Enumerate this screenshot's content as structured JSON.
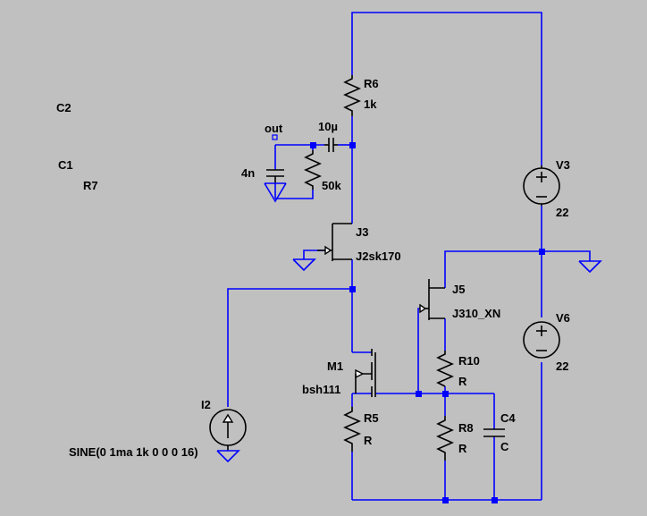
{
  "schematic": {
    "background": "#c0c0c0",
    "wire_color": "#0000ff",
    "component_color": "#000000",
    "orphan_labels": {
      "c2": "C2",
      "c1": "C1",
      "r7": "R7"
    },
    "components": {
      "r6": {
        "name": "R6",
        "value": "1k"
      },
      "c_coupling": {
        "value": "10µ"
      },
      "out_label": "out",
      "c_filter": {
        "value": "4n"
      },
      "r_load": {
        "value": "50k"
      },
      "j3": {
        "name": "J3",
        "value": "J2sk170"
      },
      "v3": {
        "name": "V3",
        "value": "22"
      },
      "j5": {
        "name": "J5",
        "value": "J310_XN"
      },
      "v6": {
        "name": "V6",
        "value": "22"
      },
      "m1": {
        "name": "M1",
        "value": "bsh111"
      },
      "r10": {
        "name": "R10",
        "value": "R"
      },
      "c4": {
        "name": "C4",
        "value": "C"
      },
      "r8": {
        "name": "R8",
        "value": "R"
      },
      "r5": {
        "name": "R5",
        "value": "R"
      },
      "i2": {
        "name": "I2",
        "value": "SINE(0 1ma 1k 0 0 0 16)"
      }
    }
  }
}
